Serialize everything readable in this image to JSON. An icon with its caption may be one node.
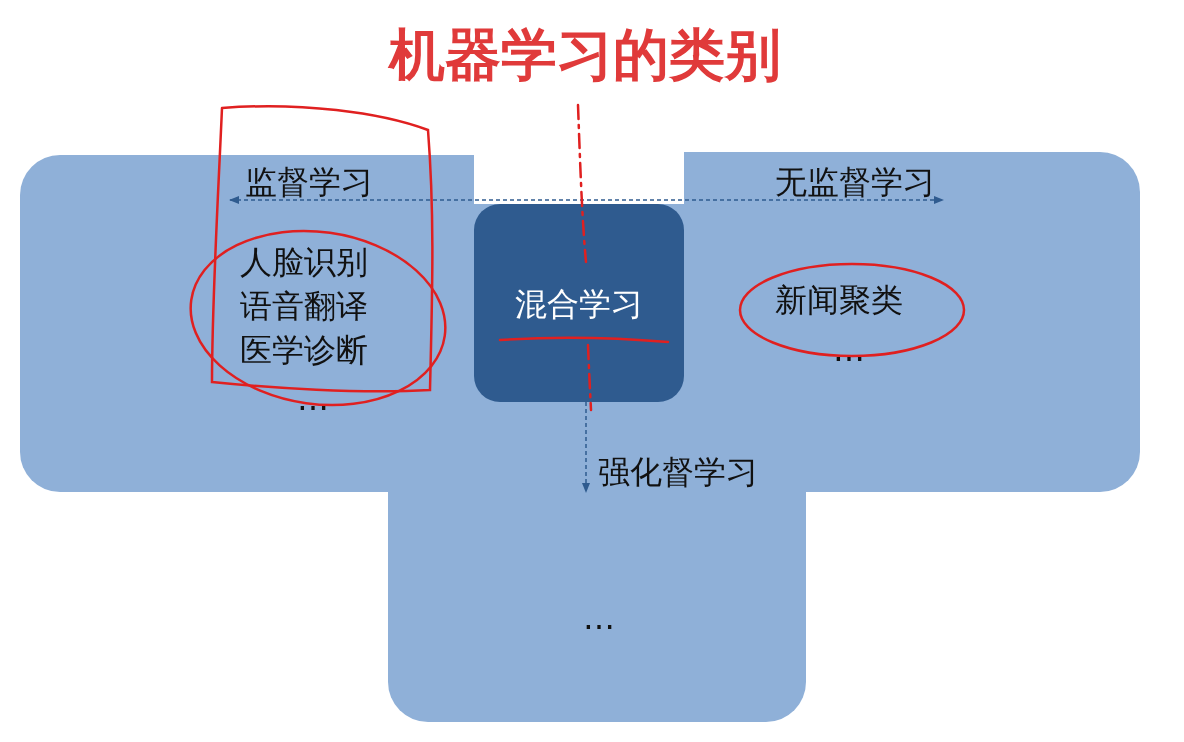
{
  "diagram": {
    "title": "机器学习的类别",
    "nodes": [
      {
        "text": [
          "监督学习",
          "人脸识别语音翻译医学诊断",
          "…"
        ]
      },
      {
        "text": [
          "无监督学习",
          "新闻聚类",
          "…"
        ]
      },
      {
        "text": [
          "…"
        ]
      },
      {
        "text": [
          "混合学习"
        ]
      }
    ],
    "edges": [
      {
        "from": 0,
        "to": 1,
        "arrow": "both",
        "style": "dashed"
      },
      {
        "from": 3,
        "to": 2,
        "arrow": "to",
        "label": "强化督学习",
        "style": "dashed"
      }
    ]
  }
}
